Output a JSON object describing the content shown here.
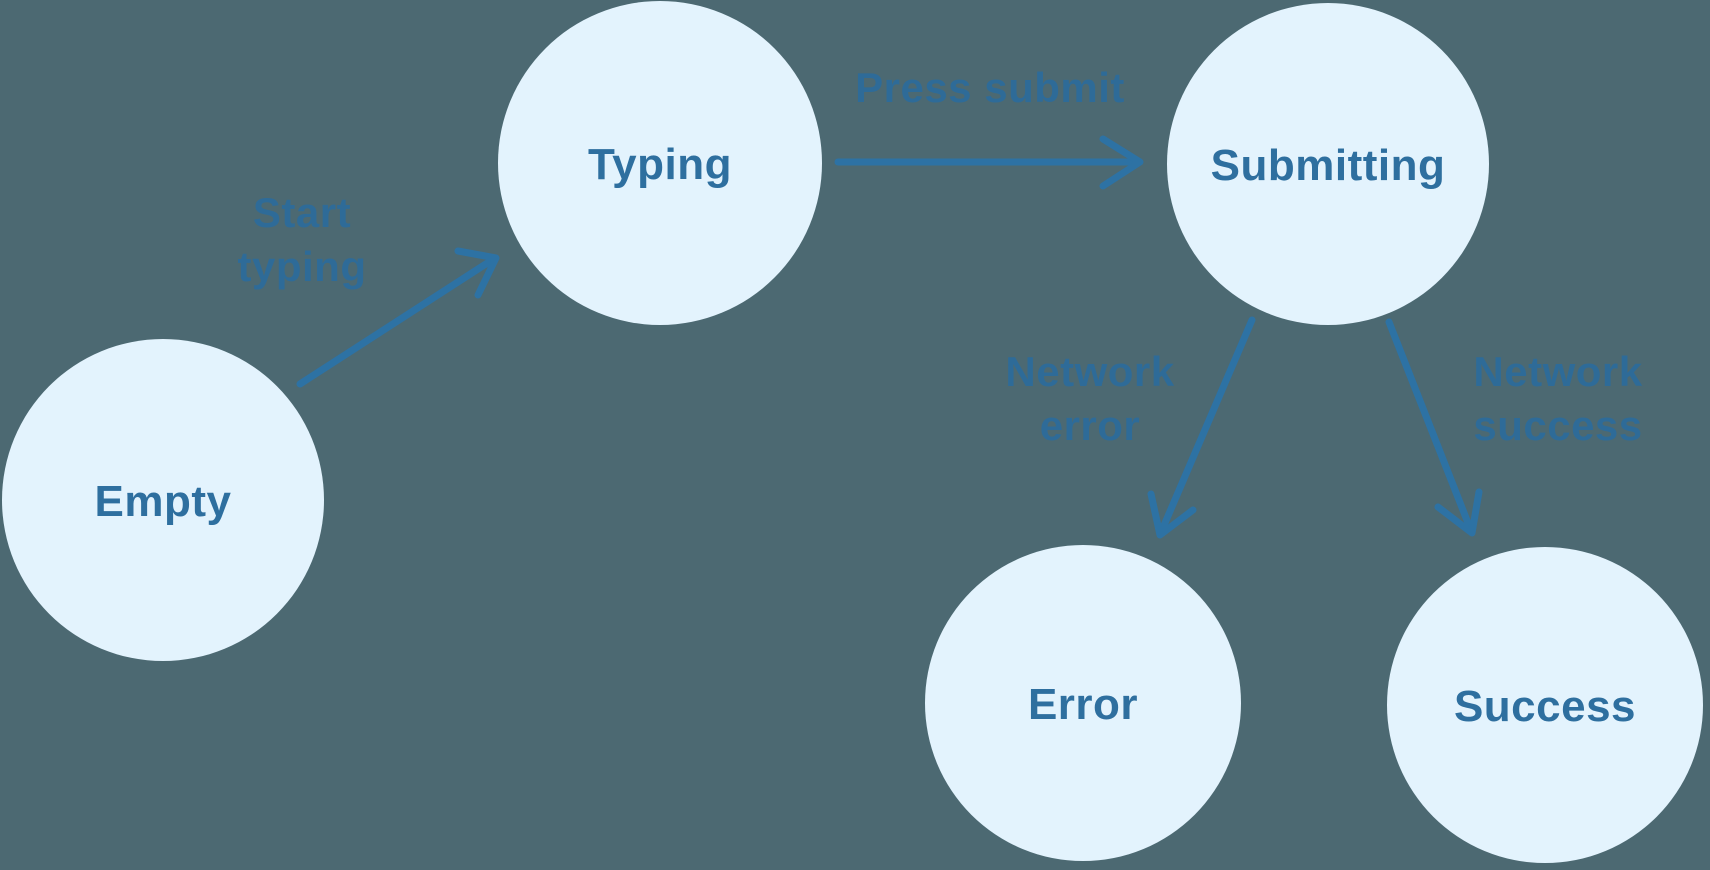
{
  "colors": {
    "background": "#4C6972",
    "node_fill": "#E3F3FD",
    "node_text": "#2E6F9F",
    "arrow": "#2D72A4",
    "edge_label": "#2C6C9C"
  },
  "diagram": {
    "type": "state-machine",
    "nodes": {
      "empty": {
        "label": "Empty"
      },
      "typing": {
        "label": "Typing"
      },
      "submitting": {
        "label": "Submitting"
      },
      "error": {
        "label": "Error"
      },
      "success": {
        "label": "Success"
      }
    },
    "edges": {
      "start_typing": {
        "label": "Start\ntyping",
        "from": "Empty",
        "to": "Typing"
      },
      "press_submit": {
        "label": "Press submit",
        "from": "Typing",
        "to": "Submitting"
      },
      "network_error": {
        "label": "Network\nerror",
        "from": "Submitting",
        "to": "Error"
      },
      "network_success": {
        "label": "Network\nsuccess",
        "from": "Submitting",
        "to": "Success"
      }
    }
  }
}
